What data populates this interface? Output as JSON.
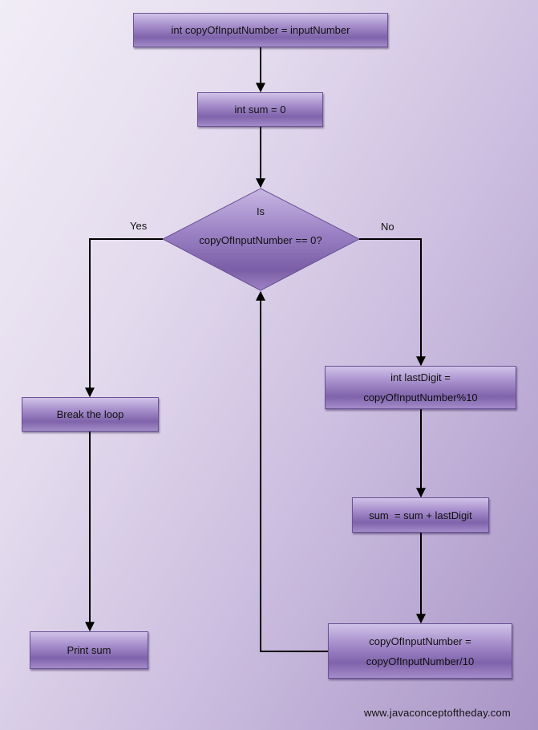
{
  "nodes": {
    "init_copy": "int copyOfInputNumber = inputNumber",
    "init_sum": "int sum = 0",
    "decision_line1": "Is",
    "decision_line2": "copyOfInputNumber == 0?",
    "last_digit_line1": "int lastDigit =",
    "last_digit_line2": "copyOfInputNumber%10",
    "sum_update": "sum  = sum + lastDigit",
    "divide_line1": "copyOfInputNumber =",
    "divide_line2": "copyOfInputNumber/10",
    "break_loop": "Break the loop",
    "print_sum": "Print sum"
  },
  "edge_labels": {
    "yes": "Yes",
    "no": "No"
  },
  "footer": "www.javaconceptoftheday.com",
  "colors": {
    "node_fill": "#8e72b8",
    "node_border": "#6a5294",
    "connector": "#000000"
  }
}
